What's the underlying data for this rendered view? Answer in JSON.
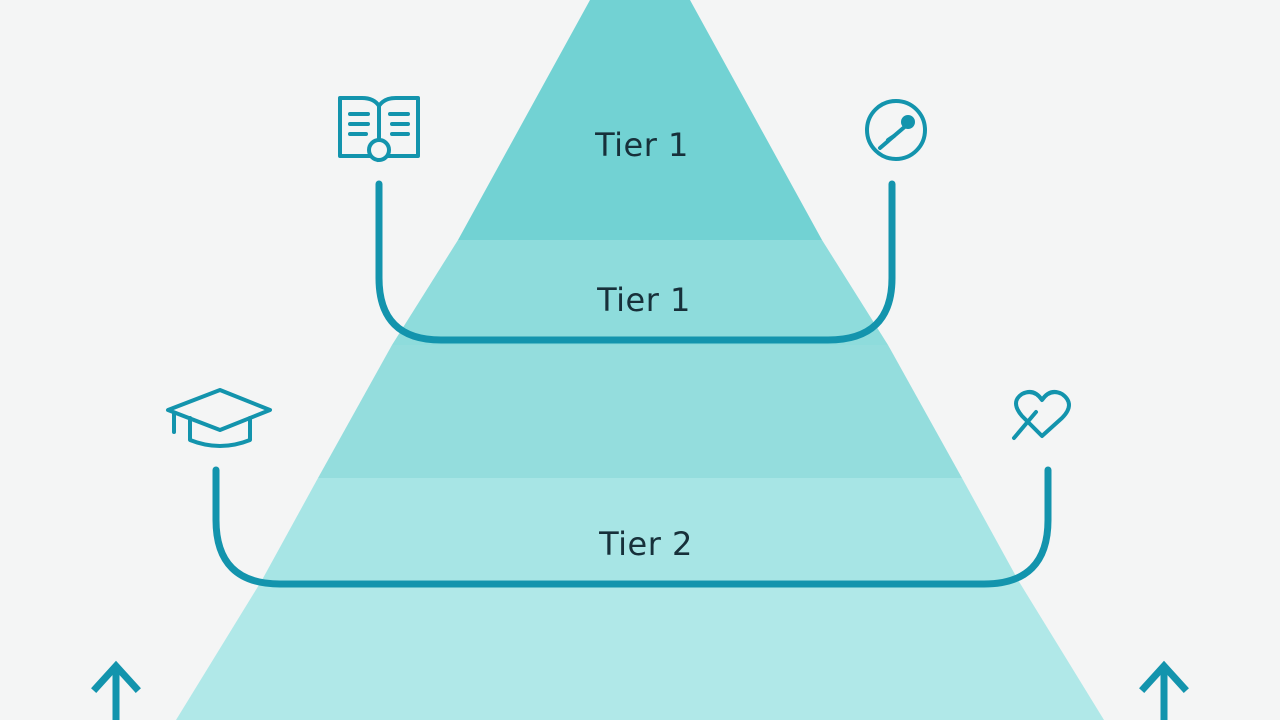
{
  "background": "#f4f5f5",
  "colors": {
    "band_1": "#72d2d3",
    "band_2": "#8edcdc",
    "band_3": "#94dddd",
    "band_4": "#a7e5e5",
    "band_5": "#b0e8e8",
    "line": "#1394ad",
    "text": "#17303a"
  },
  "pyramid": {
    "tiers": [
      {
        "label": "Tier 1"
      },
      {
        "label": "Tier 1"
      },
      {
        "label": ""
      },
      {
        "label": "Tier 2"
      },
      {
        "label": ""
      }
    ]
  },
  "icons": {
    "top_left": "book-reader-icon",
    "top_right": "gauge-icon",
    "mid_left": "graduation-cap-icon",
    "mid_right": "heart-icon",
    "bottom_left": "arrow-up-icon",
    "bottom_right": "arrow-up-icon"
  }
}
